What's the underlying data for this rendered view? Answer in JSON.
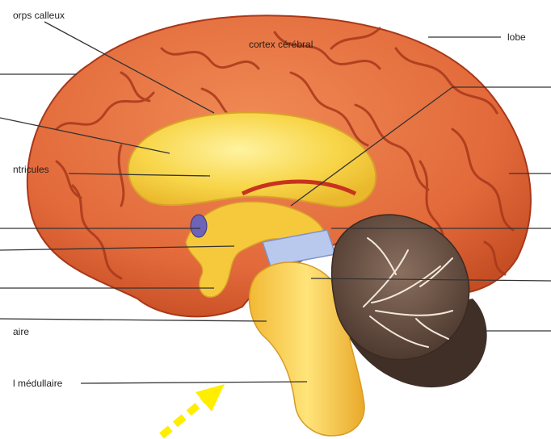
{
  "diagram": {
    "labels": {
      "corps_calleux": "orps calleux",
      "cortex": "cortex cérébral",
      "lobe": "lobe",
      "ventricules": "ntricules",
      "aire": "aire",
      "medullaire": "l médullaire"
    },
    "colors": {
      "cortex": "#e2693a",
      "cortex_dark": "#a8381a",
      "white_matter": "#f7d23f",
      "brainstem": "#f4c23a",
      "ventricle_blue": "#b9c9ee",
      "cerebellum": "#6b5448",
      "arrow": "#ffee00",
      "leader_line": "#333333"
    }
  }
}
